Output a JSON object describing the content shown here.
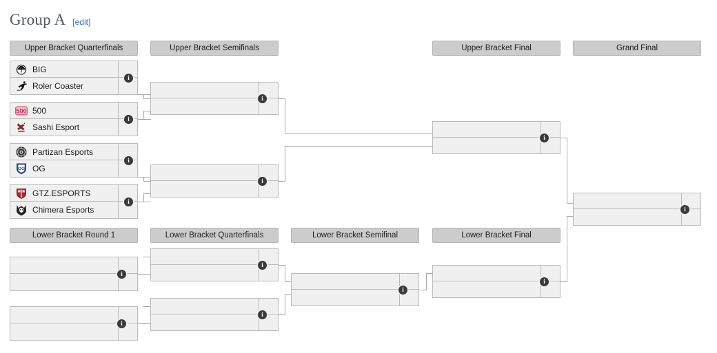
{
  "header": {
    "title": "Group A",
    "edit_label": "[edit]"
  },
  "rounds": {
    "ubqf": "Upper Bracket Quarterfinals",
    "ubsf": "Upper Bracket Semifinals",
    "ubf": "Upper Bracket Final",
    "gf": "Grand Final",
    "lbr1": "Lower Bracket Round 1",
    "lbqf": "Lower Bracket Quarterfinals",
    "lbsf": "Lower Bracket Semifinal",
    "lbf": "Lower Bracket Final"
  },
  "icons": {
    "info": "i"
  },
  "colors": {
    "title": "#54595d",
    "link": "#3366cc",
    "header_bg": "#cccccc",
    "match_bg": "#f0f0f0",
    "border": "#bbbbbb",
    "connector": "#aaaaaa",
    "logo_500": "#d4567c",
    "logo_og": "#2b4b8f",
    "logo_gtz": "#a42b33"
  },
  "matches": {
    "ubqf1": {
      "top": {
        "team": "BIG",
        "logo": "big-logo",
        "score": ""
      },
      "bottom": {
        "team": "Roler Coaster",
        "logo": "roler-coaster-logo",
        "score": ""
      }
    },
    "ubqf2": {
      "top": {
        "team": "500",
        "logo": "five-hundred-logo",
        "score": ""
      },
      "bottom": {
        "team": "Sashi Esport",
        "logo": "sashi-esport-logo",
        "score": ""
      }
    },
    "ubqf3": {
      "top": {
        "team": "Partizan Esports",
        "logo": "partizan-esports-logo",
        "score": ""
      },
      "bottom": {
        "team": "OG",
        "logo": "og-logo",
        "score": ""
      }
    },
    "ubqf4": {
      "top": {
        "team": "GTZ.ESPORTS",
        "logo": "gtz-esports-logo",
        "score": ""
      },
      "bottom": {
        "team": "Chimera Esports",
        "logo": "chimera-esports-logo",
        "score": ""
      }
    },
    "ubsf1": {
      "top": {
        "team": "",
        "logo": "",
        "score": ""
      },
      "bottom": {
        "team": "",
        "logo": "",
        "score": ""
      }
    },
    "ubsf2": {
      "top": {
        "team": "",
        "logo": "",
        "score": ""
      },
      "bottom": {
        "team": "",
        "logo": "",
        "score": ""
      }
    },
    "ubf": {
      "top": {
        "team": "",
        "logo": "",
        "score": ""
      },
      "bottom": {
        "team": "",
        "logo": "",
        "score": ""
      }
    },
    "gf": {
      "top": {
        "team": "",
        "logo": "",
        "score": ""
      },
      "bottom": {
        "team": "",
        "logo": "",
        "score": ""
      }
    },
    "lbr1a": {
      "top": {
        "team": "",
        "logo": "",
        "score": ""
      },
      "bottom": {
        "team": "",
        "logo": "",
        "score": ""
      }
    },
    "lbr1b": {
      "top": {
        "team": "",
        "logo": "",
        "score": ""
      },
      "bottom": {
        "team": "",
        "logo": "",
        "score": ""
      }
    },
    "lbqf1": {
      "top": {
        "team": "",
        "logo": "",
        "score": ""
      },
      "bottom": {
        "team": "",
        "logo": "",
        "score": ""
      }
    },
    "lbqf2": {
      "top": {
        "team": "",
        "logo": "",
        "score": ""
      },
      "bottom": {
        "team": "",
        "logo": "",
        "score": ""
      }
    },
    "lbsf": {
      "top": {
        "team": "",
        "logo": "",
        "score": ""
      },
      "bottom": {
        "team": "",
        "logo": "",
        "score": ""
      }
    },
    "lbf": {
      "top": {
        "team": "",
        "logo": "",
        "score": ""
      },
      "bottom": {
        "team": "",
        "logo": "",
        "score": ""
      }
    }
  }
}
